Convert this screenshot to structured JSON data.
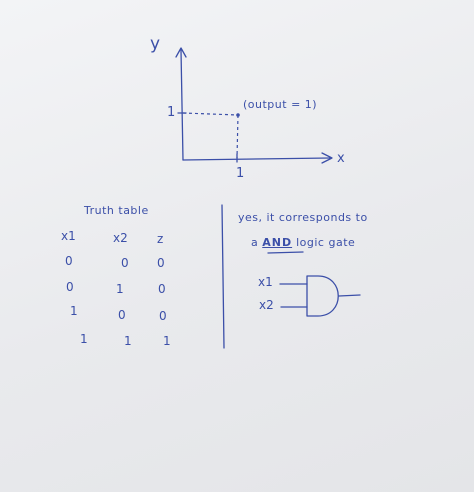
{
  "graph": {
    "y_label": "y",
    "x_label": "x",
    "y_tick": "1",
    "x_tick": "1",
    "point_note": "(output = 1)"
  },
  "truth_table": {
    "title": "Truth table",
    "headers": [
      "x1",
      "x2",
      "z"
    ],
    "rows": [
      [
        "0",
        "0",
        "0"
      ],
      [
        "0",
        "1",
        "0"
      ],
      [
        "1",
        "0",
        "0"
      ],
      [
        "1",
        "1",
        "1"
      ]
    ]
  },
  "answer": {
    "line1": "yes, it corresponds to",
    "line2_prefix": "a",
    "line2_emphasis": "AND",
    "line2_suffix": "logic gate"
  },
  "gate": {
    "input1": "x1",
    "input2": "x2"
  },
  "colors": {
    "ink": "#3b4fa8",
    "paper": "#ecedef"
  }
}
